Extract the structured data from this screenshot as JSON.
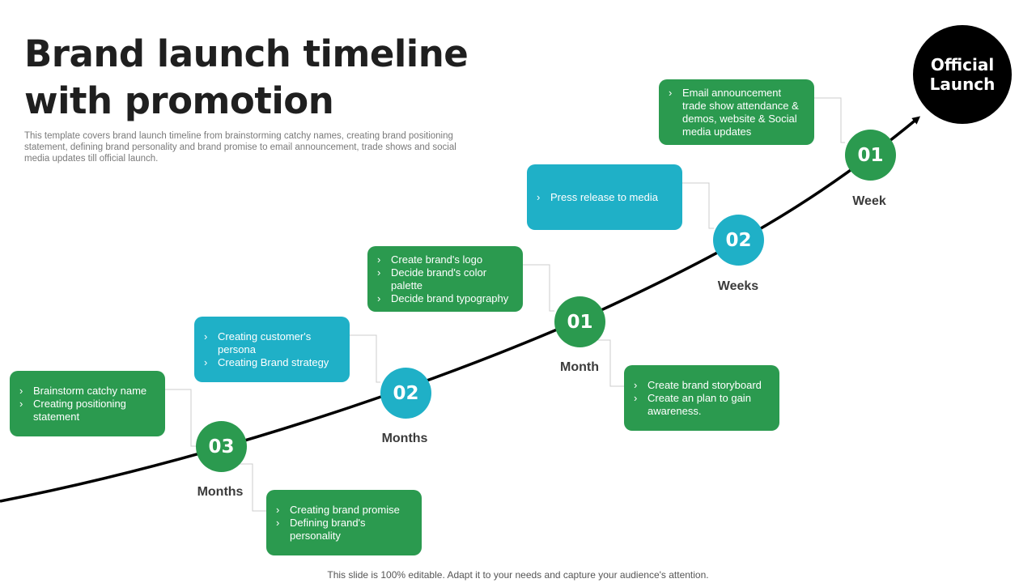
{
  "title_line1": "Brand launch timeline",
  "title_line2": "with promotion",
  "subtitle": "This template covers brand launch timeline from brainstorming catchy names, creating brand positioning statement, defining brand personality and brand promise to email announcement, trade shows and social media updates till official launch.",
  "footer": "This slide is 100% editable. Adapt it to your needs and capture your audience's attention.",
  "launch": {
    "line1": "Official",
    "line2": "Launch"
  },
  "colors": {
    "green": "#2b9a4f",
    "teal": "#1fb0c7",
    "launch": "#000000",
    "curve": "#000000"
  },
  "milestones": [
    {
      "number": "03",
      "unit": "Months",
      "color": "green",
      "upper": [
        "Brainstorm catchy name",
        "Creating positioning statement"
      ],
      "lower": [
        "Creating brand promise",
        "Defining brand's personality"
      ]
    },
    {
      "number": "02",
      "unit": "Months",
      "color": "teal",
      "upper": [
        "Creating customer's persona",
        "Creating Brand strategy"
      ]
    },
    {
      "number": "01",
      "unit": "Month",
      "color": "green",
      "upper": [
        "Create brand's logo",
        "Decide brand's color palette",
        "Decide brand typography"
      ],
      "lower": [
        "Create brand storyboard",
        "Create an plan to gain awareness."
      ]
    },
    {
      "number": "02",
      "unit": "Weeks",
      "color": "teal",
      "upper": [
        "Press release to media"
      ]
    },
    {
      "number": "01",
      "unit": "Week",
      "color": "green",
      "upper": [
        "Email announcement trade show attendance & demos, website & Social media updates"
      ]
    }
  ]
}
